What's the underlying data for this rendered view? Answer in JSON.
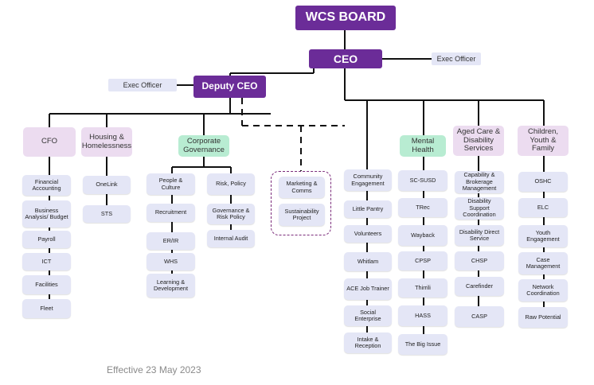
{
  "board": "WCS BOARD",
  "ceo": "CEO",
  "deputy": "Deputy CEO",
  "exec_officer_ceo": "Exec Officer",
  "exec_officer_deputy": "Exec Officer",
  "departments": {
    "cfo": "CFO",
    "housing": "Housing & Homelessness",
    "corporate": "Corporate Governance",
    "mental": "Mental Health",
    "aged": "Aged Care & Disability Services",
    "children": "Children, Youth & Family"
  },
  "cfo_items": [
    "Financial Accounting",
    "Business Analysis/ Budget",
    "Payroll",
    "ICT",
    "Facilities",
    "Fleet"
  ],
  "housing_items": [
    "OneLink",
    "STS"
  ],
  "corp_left_items": [
    "People & Culture",
    "Recruitment",
    "ER/IR",
    "WHS",
    "Learning & Development"
  ],
  "corp_right_items": [
    "Risk, Policy",
    "Governance & Risk Policy",
    "Internal Audit"
  ],
  "marketing_items": [
    "Marketing & Comms",
    "Sustainability Project"
  ],
  "community_items": [
    "Community Engagement",
    "Little Pantry",
    "Volunteers",
    "Whitlam",
    "ACE Job Trainer",
    "Social Enterprise",
    "Intake & Reception"
  ],
  "mental_items": [
    "SC-SUSD",
    "TRec",
    "Wayback",
    "CPSP",
    "Thirrili",
    "HASS",
    "The Big Issue"
  ],
  "aged_items": [
    "Capability & Brokerage Management",
    "Disability Support Coordination",
    "Disability Direct Service",
    "CHSP",
    "Carefinder",
    "CASP"
  ],
  "children_items": [
    "OSHC",
    "ELC",
    "Youth Engagement",
    "Case Management",
    "Network Coordination",
    "Raw Potential"
  ],
  "footer": "Effective 23 May 2023",
  "colors": {
    "exec": "#6b2c98",
    "item": "#e4e6f6",
    "head": "#ecdcf0",
    "green": "#b8ecd2",
    "dashed": "#7a2a7a"
  }
}
